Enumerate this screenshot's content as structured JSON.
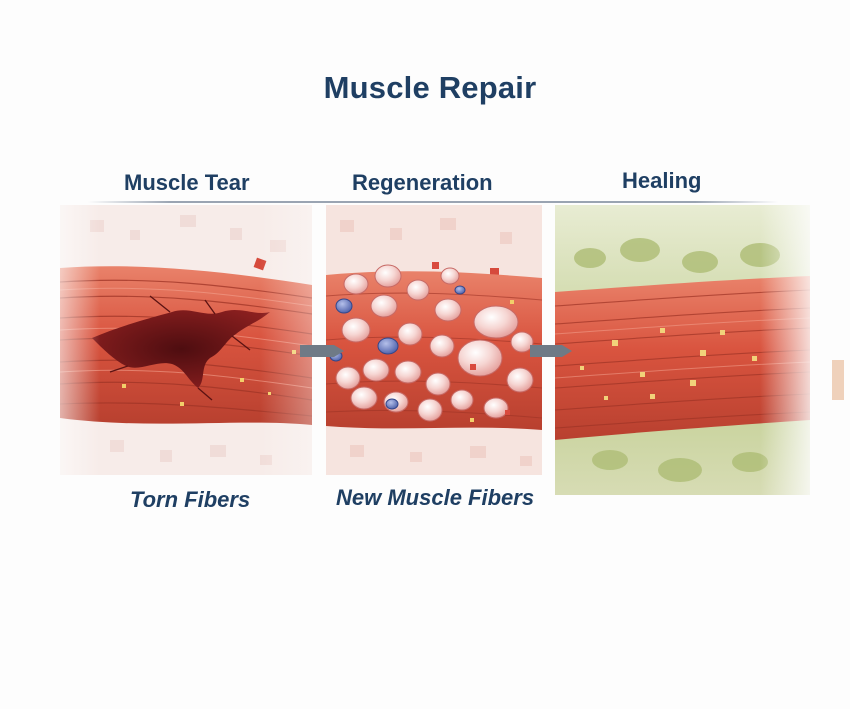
{
  "title": "Muscle Repair",
  "stages": [
    {
      "label": "Muscle Tear",
      "caption": "Torn Fibers"
    },
    {
      "label": "Regeneration",
      "caption": "New Muscle Fibers"
    },
    {
      "label": "Healing",
      "caption": ""
    }
  ],
  "colors": {
    "title_text": "#1f3f63",
    "muscle": "#d9543f",
    "muscle_dark": "#b33a2b",
    "tear": "#6b1414",
    "cells": "#f4c7c3",
    "blue_cells": "#5a6fb8",
    "healing_background": "#b9c98a",
    "nutrient_dots": "#f1d27a"
  }
}
